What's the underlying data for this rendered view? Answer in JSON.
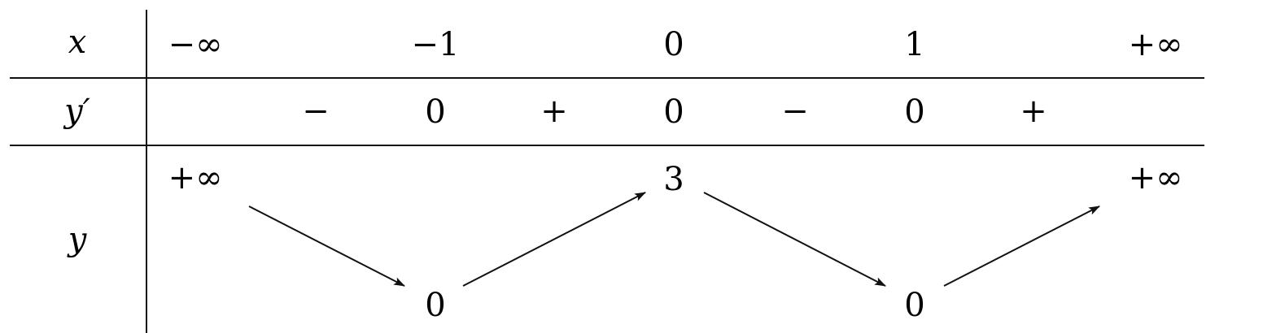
{
  "rows": {
    "x": {
      "label": "x",
      "values": [
        "−∞",
        "−1",
        "0",
        "1",
        "+∞"
      ]
    },
    "y_prime": {
      "label": "y′",
      "signs": [
        "−",
        "+",
        "−",
        "+"
      ],
      "zeros": [
        "0",
        "0",
        "0"
      ]
    },
    "y": {
      "label": "y",
      "top_values": [
        "+∞",
        "3",
        "+∞"
      ],
      "bottom_values": [
        "0",
        "0"
      ]
    }
  },
  "arrows": [
    {
      "from": "+∞",
      "to": "0",
      "direction": "down"
    },
    {
      "from": "0",
      "to": "3",
      "direction": "up"
    },
    {
      "from": "3",
      "to": "0",
      "direction": "down"
    },
    {
      "from": "0",
      "to": "+∞",
      "direction": "up"
    }
  ]
}
